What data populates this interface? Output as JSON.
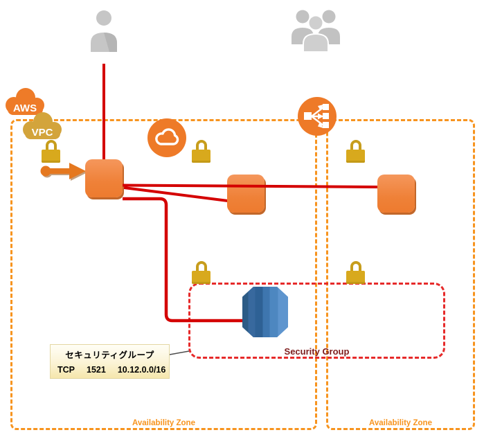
{
  "labels": {
    "aws": "AWS",
    "vpc": "VPC",
    "security_group": "Security Group"
  },
  "availability_zones": [
    {
      "label": "Availability Zone"
    },
    {
      "label": "Availability Zone"
    }
  ],
  "callout": {
    "title": "セキュリティグループ",
    "rule": {
      "protocol": "TCP",
      "port": "1521",
      "source": "10.12.0.0/16"
    }
  },
  "icons": {
    "user": "single-person-silhouette",
    "users": "three-person-group",
    "aws_cloud": "orange-cloud",
    "vpc_cloud": "gold-cloud",
    "internet_cloud": "white-cloud-in-orange-circle",
    "load_balancer": "elastic-load-balancer-circle",
    "lock": "gold-padlock",
    "instance": "orange-rounded-square",
    "database": "blue-db-cylinder",
    "flow_arrow": "orange-right-arrow"
  },
  "colors": {
    "aws_orange": "#EE7B28",
    "instance_orange": "#EF8138",
    "gold": "#D8A91D",
    "zone_dash_orange": "#F7941F",
    "red_line": "#D40000",
    "security_group_red": "#E62A2A",
    "security_group_label": "#7E1D1D",
    "rds_blue": "#3E76AF",
    "person_gray": "#C6C6C6"
  }
}
